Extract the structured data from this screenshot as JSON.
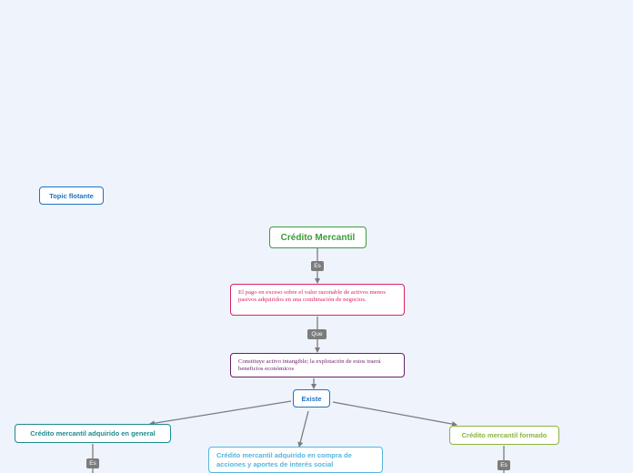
{
  "colors": {
    "background": "#eef3fc",
    "connector": "#7c7c7c",
    "floating_topic": "#1f73c4",
    "root": "#3e9a3e",
    "definition": "#d9245f",
    "intangible": "#6b1f6a",
    "existe": "#1f73c4",
    "general": "#1d8a8f",
    "compra": "#55b6dc",
    "formado": "#8ab63e"
  },
  "nodes": {
    "floating_topic": "Topic flotante",
    "root": "Crédito Mercantil",
    "definition": "El pago en exceso sobre el valor razonable de activos menos pasivos adquiridos en una combinación de negocios.",
    "intangible": "Constituye activo intangible; la explotación de estos traerá beneficios económicos",
    "existe": "Existe",
    "general": "Crédito mercantil adquirido  en general",
    "compra": "Crédito mercantil adquirido en compra de acciones y aportes de interés social",
    "formado": "Crédito mercantil formado"
  },
  "labels": {
    "es_root": "Es",
    "que": "Que",
    "es_general": "Es",
    "es_formado": "Es"
  }
}
